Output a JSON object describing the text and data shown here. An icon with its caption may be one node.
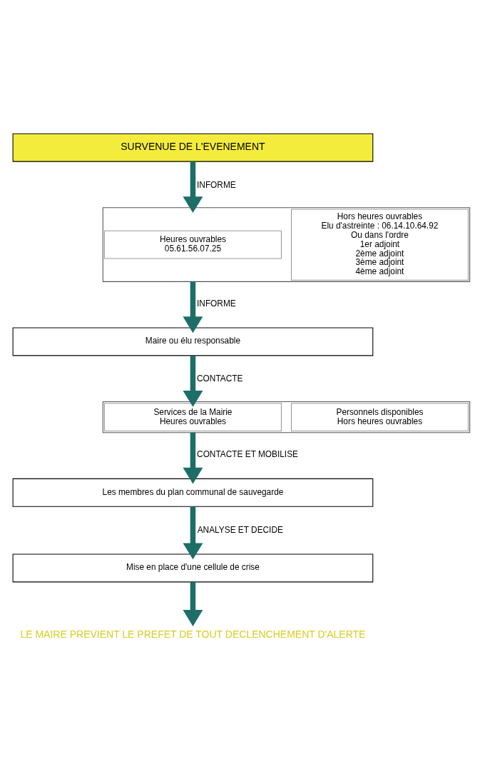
{
  "diagram": {
    "nodes": [
      {
        "text": [
          "SURVENUE DE L'EVENEMENT"
        ]
      },
      {
        "text": [],
        "shape": "box"
      },
      {
        "text": [
          "Heures ouvrables",
          "05.61.56.07.25"
        ],
        "in": 1
      },
      {
        "text": [
          "Hors heures ouvrables",
          "Elu d'astreinte : 06.14.10.64.92",
          "Ou dans l'ordre",
          "1er adjoint",
          "2ème adjoint",
          "3ème adjoint",
          "4ème adjoint"
        ],
        "in": 1
      },
      {
        "text": [
          "Maire ou élu responsable"
        ]
      },
      {
        "text": [],
        "shape": "box"
      },
      {
        "text": [
          "Services de la Mairie",
          "Heures ouvrables"
        ],
        "in": 5
      },
      {
        "text": [
          "Personnels disponibles",
          "Hors heures ouvrables"
        ],
        "in": 5
      },
      {
        "text": [
          "Les membres du plan communal de sauvegarde"
        ]
      },
      {
        "text": [
          "Mise en place d'une cellule de crise"
        ]
      },
      {
        "text": [
          "LE MAIRE PREVIENT LE PREFET DE TOUT DECLENCHEMENT D'ALERTE"
        ]
      }
    ],
    "edges": [
      {
        "from": 0,
        "to": 1,
        "arrow": "to",
        "label": "INFORME"
      },
      {
        "from": 1,
        "to": 4,
        "arrow": "to",
        "label": "INFORME"
      },
      {
        "from": 4,
        "to": 5,
        "arrow": "to",
        "label": "CONTACTE"
      },
      {
        "from": 5,
        "to": 8,
        "arrow": "to",
        "label": "CONTACTE ET MOBILISE"
      },
      {
        "from": 8,
        "to": 9,
        "arrow": "to",
        "label": "ANALYSE ET DECIDE"
      },
      {
        "from": 9,
        "to": 10,
        "arrow": "to"
      }
    ]
  }
}
